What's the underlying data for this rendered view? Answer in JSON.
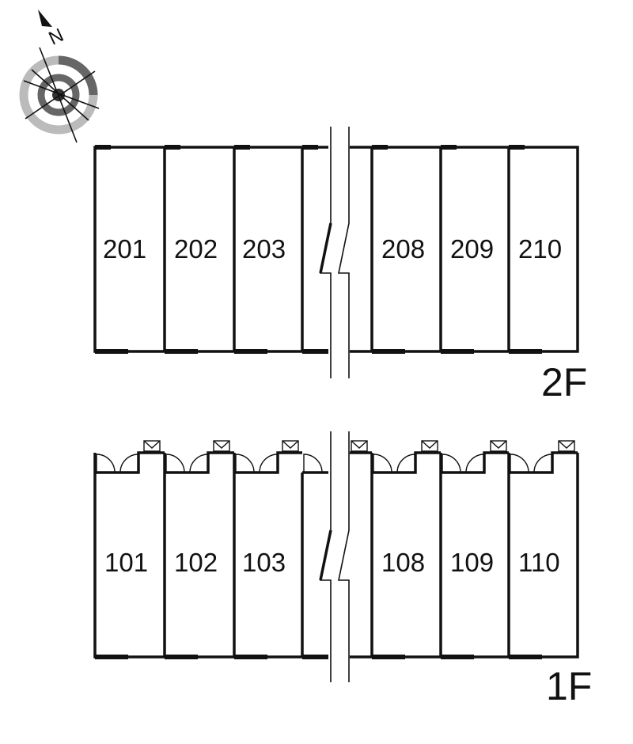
{
  "compass": {
    "north_label": "N",
    "icon": "compass-rose-icon"
  },
  "floors": [
    {
      "label": "2F",
      "units": [
        "201",
        "202",
        "203",
        "208",
        "209",
        "210"
      ]
    },
    {
      "label": "1F",
      "units": [
        "101",
        "102",
        "103",
        "108",
        "109",
        "110"
      ]
    }
  ],
  "colors": {
    "line": "#111111",
    "compass_ring": "#666666",
    "compass_ring_light": "#bbbbbb"
  }
}
